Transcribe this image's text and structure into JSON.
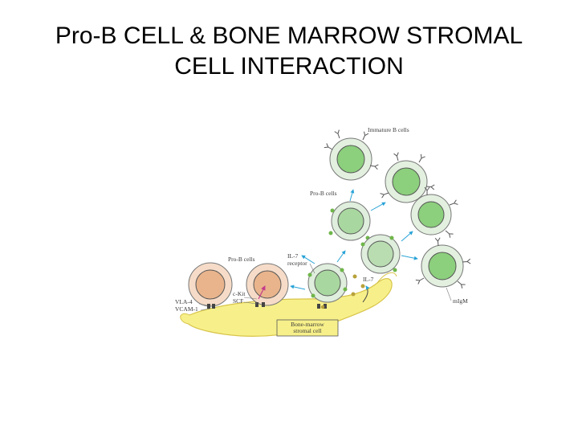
{
  "title": {
    "line1": "Pro-B CELL & BONE MARROW STROMAL",
    "line2": "CELL INTERACTION"
  },
  "figure": {
    "labels": {
      "immature_b_cells": "Immature B cells",
      "pro_b_cells_top": "Pro-B cells",
      "pro_b_cells_left": "Pro-B cells",
      "il7_receptor_line1": "IL-7",
      "il7_receptor_line2": "receptor",
      "il7": "IL-7",
      "c_kit": "c-Kit",
      "scf": "SCF",
      "vla4": "VLA-4",
      "vcam1": "VCAM-1",
      "migm": "mIgM",
      "stromal_line1": "Bone-marrow",
      "stromal_line2": "stromal cell"
    },
    "colors": {
      "stromal_fill": "#f7f08a",
      "stromal_stroke": "#d8c44a",
      "pro_b_left_outer": "#f6dcc8",
      "pro_b_left_nucleus": "#e9b48c",
      "pro_b_green_outer": "#dfeedd",
      "pro_b_green_nucleus": "#a9d7a0",
      "immature_outer": "#e3f0e0",
      "immature_nucleus": "#8ccf7d",
      "arrow": "#29a3d6",
      "receptor": "#6fb64a",
      "il7_dot": "#b8a13a",
      "signal_arrow": "#c43a8a"
    }
  }
}
